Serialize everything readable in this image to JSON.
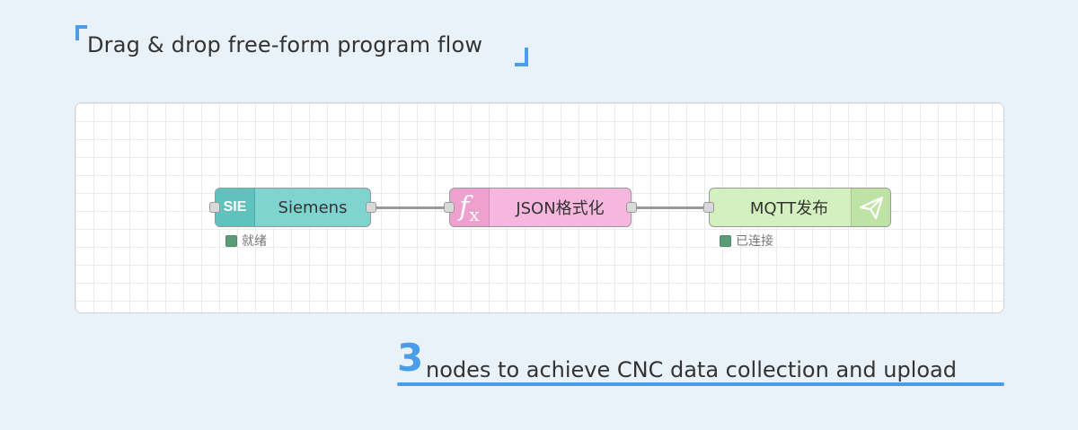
{
  "heading": "Drag & drop free-form program flow",
  "nodes": [
    {
      "icon_text": "SIE",
      "label": "Siemens",
      "color": "#7fd4d0",
      "icon": "siemens-logo-icon",
      "status": "就绪"
    },
    {
      "icon_text": "f",
      "icon_sub": "x",
      "label": "JSON格式化",
      "color": "#f7b6de",
      "icon": "function-icon"
    },
    {
      "label": "MQTT发布",
      "color": "#d4f0bf",
      "icon": "send-icon",
      "status": "已连接"
    }
  ],
  "caption": {
    "number": "3",
    "text": "nodes to achieve CNC data collection and upload"
  },
  "colors": {
    "accent": "#4a9de8",
    "status_connected": "#5a9c78"
  }
}
